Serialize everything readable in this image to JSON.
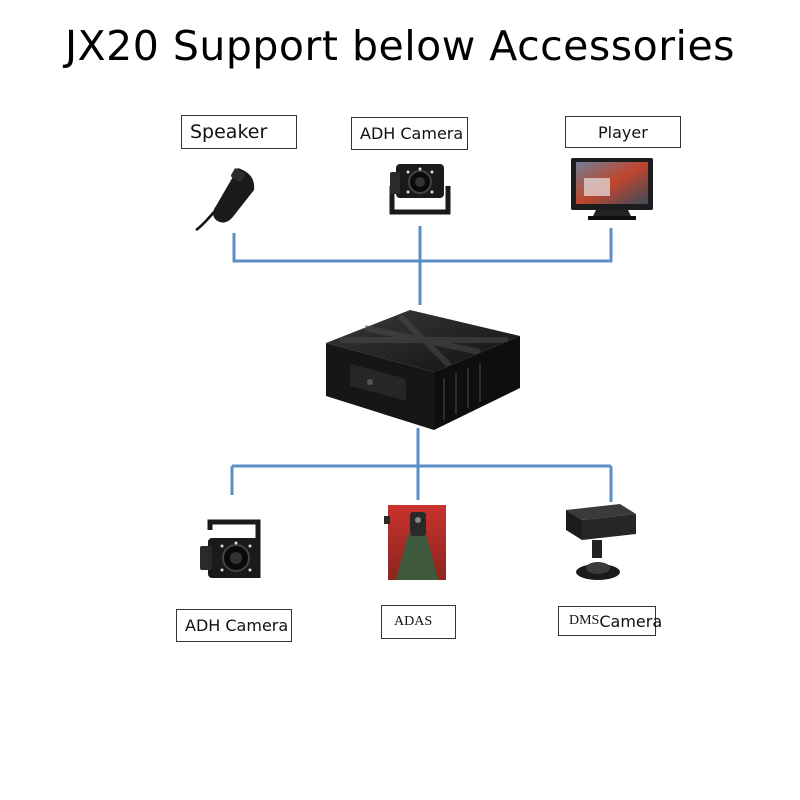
{
  "title": "JX20 Support below Accessories",
  "top_accessories": {
    "speaker": "Speaker",
    "adh_camera": "ADH Camera",
    "player": "Player"
  },
  "bottom_accessories": {
    "adh_camera": "ADH Camera",
    "adas": "ADAS",
    "dms_prefix": "DMS",
    "dms_suffix": "Camera"
  },
  "colors": {
    "connector_line": "#5b8fc7",
    "device_body": "#1c1c1c"
  }
}
